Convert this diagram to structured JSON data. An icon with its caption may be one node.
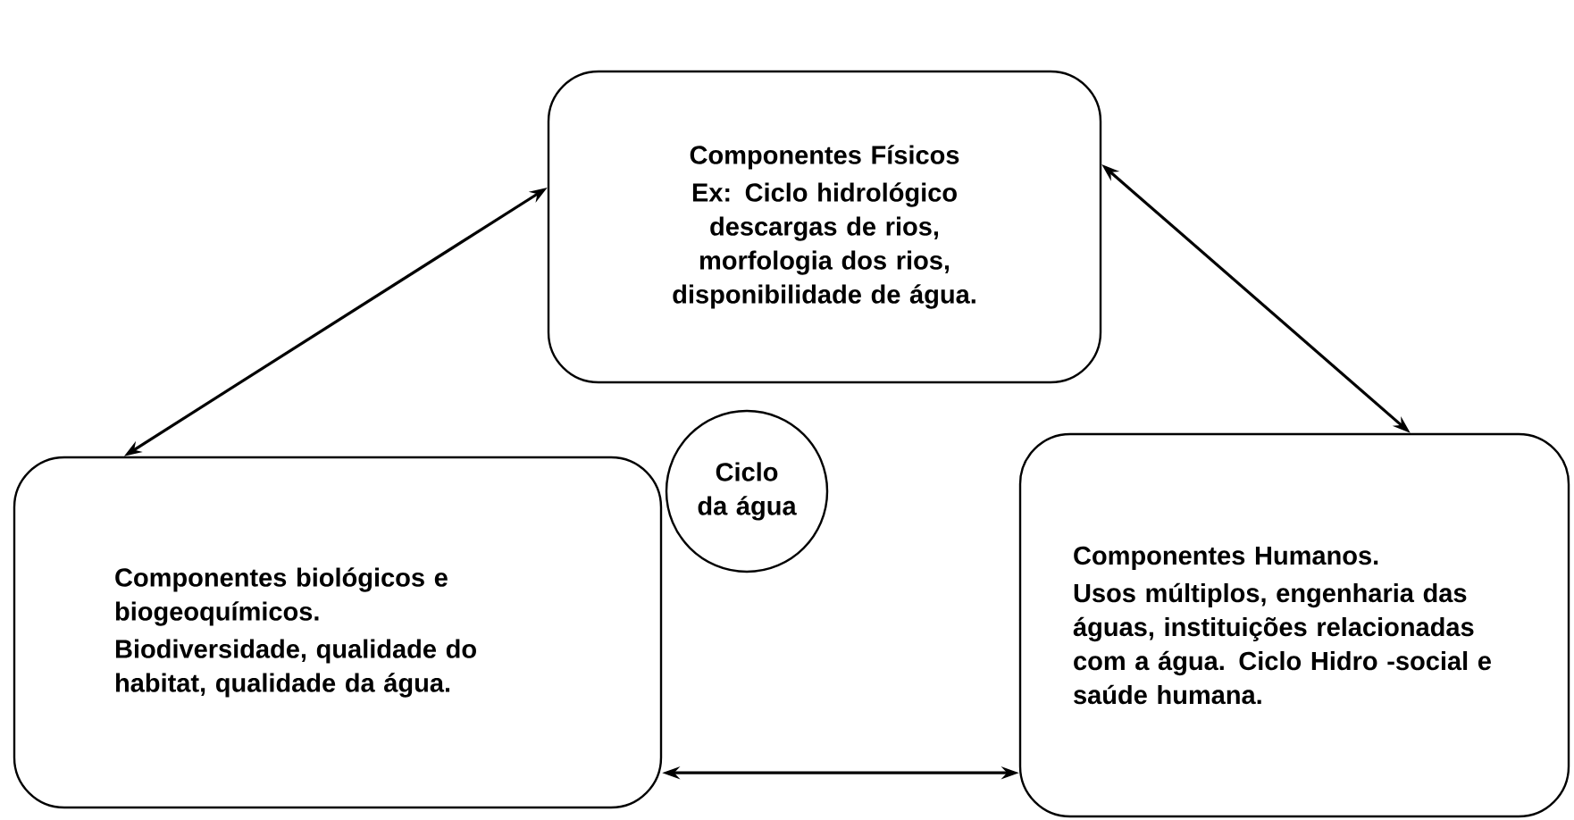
{
  "diagram": {
    "nodes": [
      {
        "text": [
          "Componentes Físicos",
          "Ex: Ciclo hidrológico descargas de rios, morfologia dos rios, disponibilidade de água."
        ]
      },
      {
        "text": [
          "Componentes biológicos e biogeoquímicos.",
          "Biodiversidade, qualidade do habitat, qualidade da água."
        ]
      },
      {
        "text": [
          "Componentes Humanos.",
          "Usos múltiplos, engenharia das águas, instituições relacionadas com a água. Ciclo Hidro -social e saúde humana."
        ]
      },
      {
        "text": [
          "Ciclo da água"
        ]
      }
    ],
    "edges": [
      {
        "from": 1,
        "to": 0,
        "arrow": "both"
      },
      {
        "from": 0,
        "to": 2,
        "arrow": "both"
      },
      {
        "from": 1,
        "to": 2,
        "arrow": "both"
      }
    ]
  }
}
